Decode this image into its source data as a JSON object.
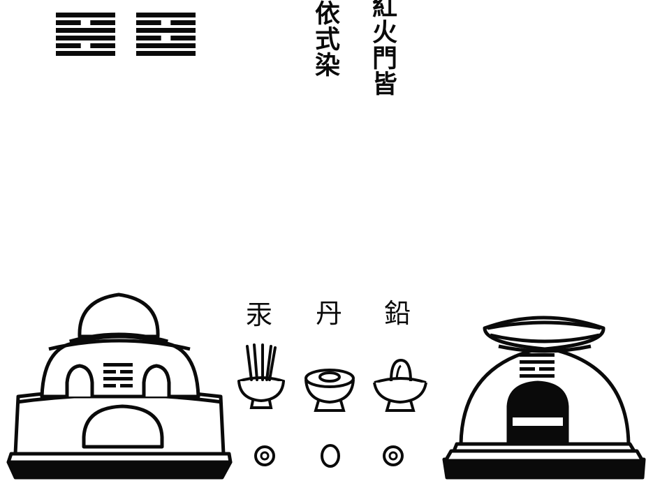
{
  "text": {
    "col_left": "依式染",
    "col_right": "紅火門皆"
  },
  "labels": {
    "mercury": "汞",
    "cinnabar": "丹",
    "lead": "鉛"
  },
  "trigrams": {
    "top_left": [
      "yang",
      "yin",
      "yang",
      "yang",
      "yin",
      "yang"
    ],
    "top_right": [
      "yang",
      "yin",
      "yang",
      "yin",
      "yang",
      "yang"
    ]
  },
  "colors": {
    "ink": "#0a0a0a",
    "paper": "#ffffff"
  }
}
